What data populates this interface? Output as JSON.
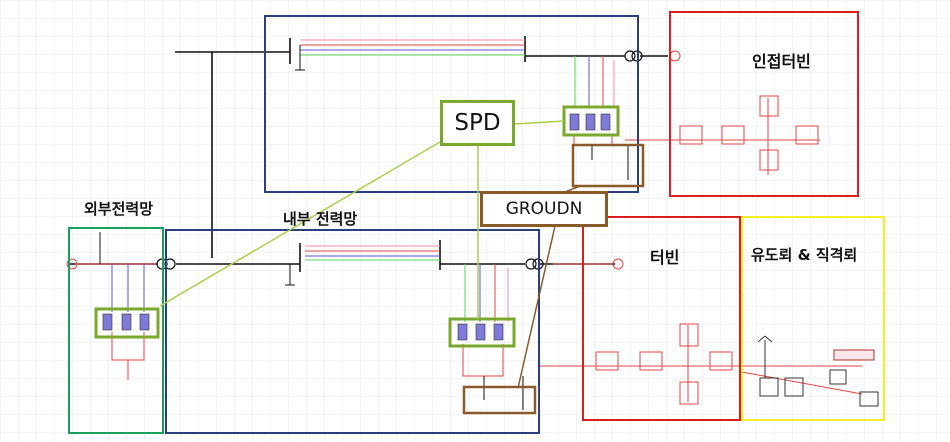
{
  "colors": {
    "grid": "#e6e6e6",
    "dots": "#c8c8c8",
    "blue_box": "#2b3f7e",
    "red_box": "#d81e1e",
    "yellow_box": "#f3ee2a",
    "green_box": "#1aa05a",
    "spd": "#79a82c",
    "spd_light": "#a7cf4a",
    "ground": "#8a5a2b",
    "wire_red": "#e04646",
    "wire_pink": "#ff8aa8",
    "wire_green": "#56d656",
    "wire_blue": "#5a5ad8",
    "wire_black": "#111111"
  },
  "regions": {
    "external_grid": "외부전력망",
    "internal_grid": "내부 전력망",
    "adjacent_turbine": "인접터빈",
    "turbine": "터빈",
    "conductor_direct": "유도뢰 & 직격뢰"
  },
  "callouts": {
    "spd": "SPD",
    "ground": "GROUDN"
  }
}
